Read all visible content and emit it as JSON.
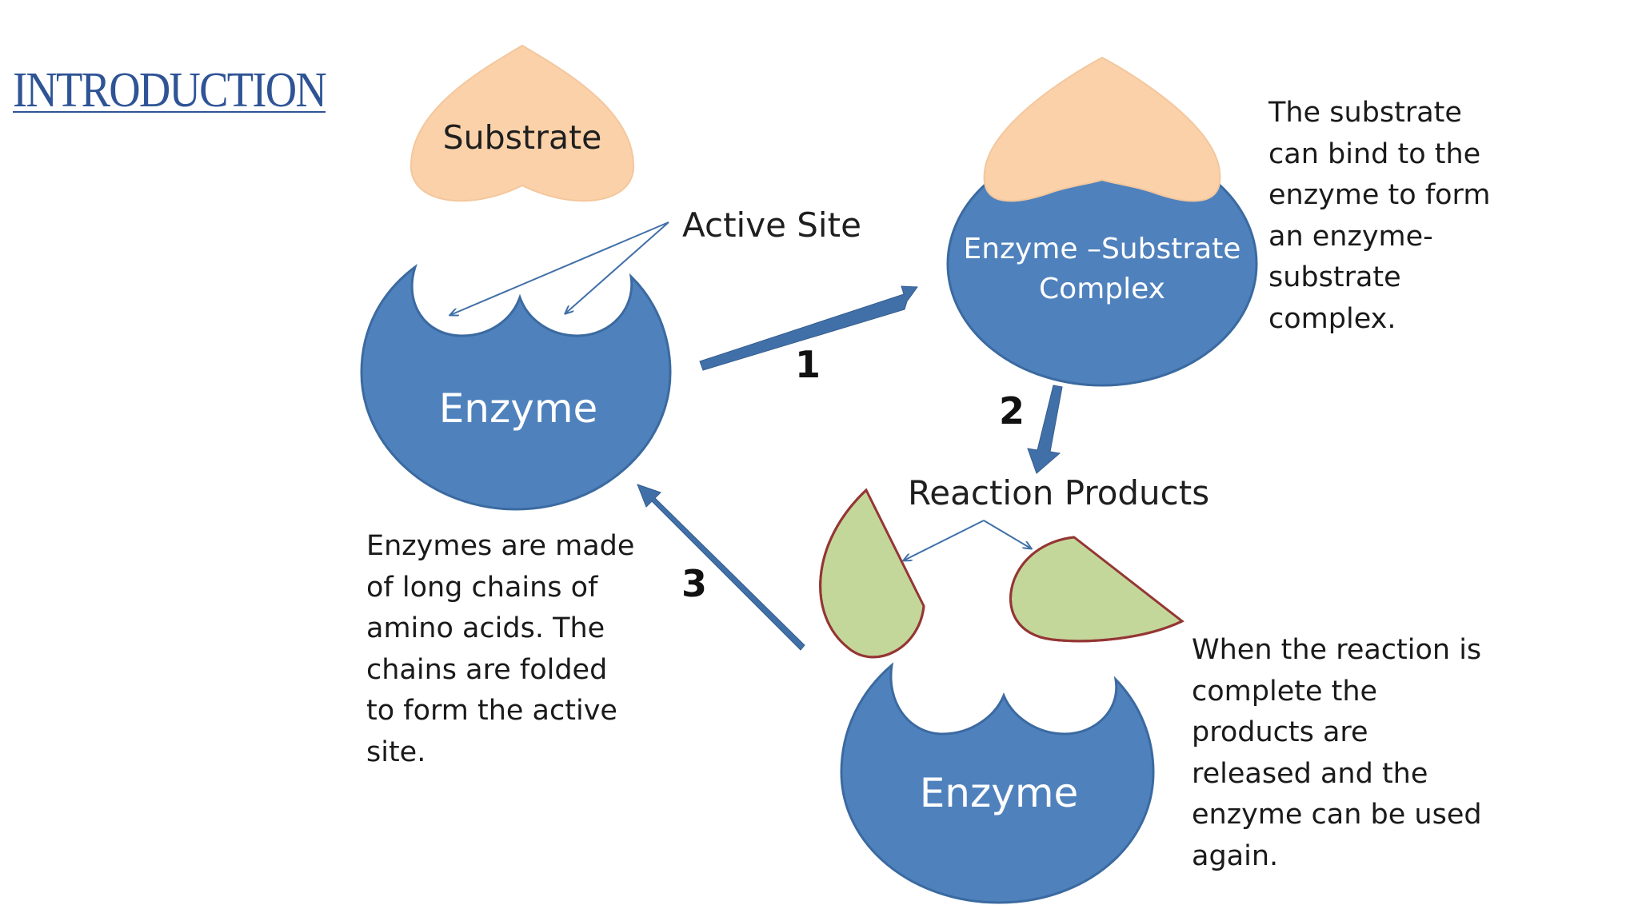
{
  "slide": {
    "title": "INTRODUCTION"
  },
  "diagram": {
    "substrate_label": "Substrate",
    "active_site_label": "Active Site",
    "enzyme_label": "Enzyme",
    "complex_label_line1": "Enzyme –Substrate",
    "complex_label_line2": "Complex",
    "reaction_products_label": "Reaction Products",
    "enzyme_bottom_label": "Enzyme",
    "step_1": "1",
    "step_2": "2",
    "step_3": "3",
    "desc_substrate": [
      "The substrate",
      "can bind to the",
      "enzyme to form",
      "an enzyme-",
      "substrate",
      "complex."
    ],
    "desc_enzyme": [
      "Enzymes are made",
      "of long chains of",
      "amino acids.  The",
      "chains are folded",
      "to form the active",
      "site."
    ],
    "desc_release": [
      "When the reaction is",
      "complete the",
      "products are",
      "released and the",
      "enzyme can be used",
      "again."
    ]
  },
  "colors": {
    "title": "#2f5496",
    "enzyme_fill": "#4f81bd",
    "enzyme_stroke": "#3b6aa0",
    "substrate_fill": "#fbd1a9",
    "product_fill": "#c4d79b",
    "product_stroke": "#943634",
    "arrow": "#4170a8"
  }
}
